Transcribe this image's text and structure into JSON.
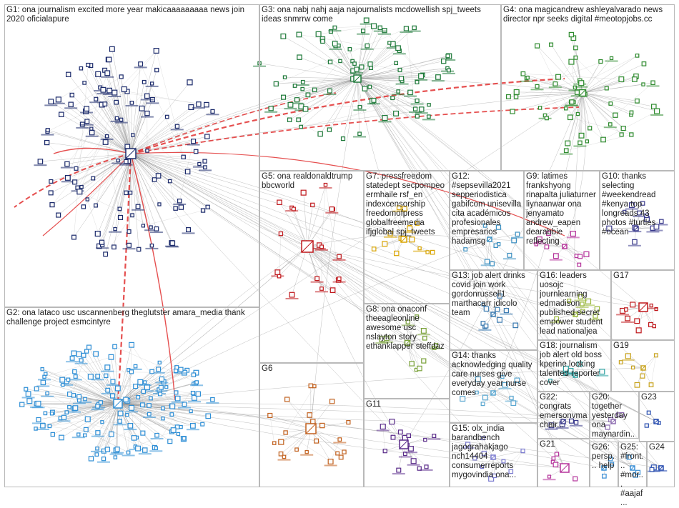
{
  "graph": {
    "groups": [
      {
        "id": "G1",
        "text": "G1: ona journalism excited more year makicaaaaaaaaa news join 2020 oficialapure",
        "color": "#1b2a6b"
      },
      {
        "id": "G2",
        "text": "G2: ona latacо usc uscannenberg theglutster amara_media thank challenge project esmcintyre",
        "color": "#2f8fd6"
      },
      {
        "id": "G3",
        "text": "G3: ona nabj nahj aaja najournalists mcdowellish spj_tweets ideas snmrrw come",
        "color": "#1f7a3a"
      },
      {
        "id": "G4",
        "text": "G4: ona magicandrew ashleyalvarado news director npr seeks digital #meotopjobs.cc",
        "color": "#2e8b2e"
      },
      {
        "id": "G5",
        "text": "G5: ona realdonaldtrump bbcworld",
        "color": "#c0181c"
      },
      {
        "id": "G6",
        "text": "G6",
        "color": "#c2611f"
      },
      {
        "id": "G7",
        "text": "G7: pressfreedom statedept secpompeo ermhaile rsf_en indexcensorship freedomofpress globalfreemedia ifjglobal spj_tweets",
        "color": "#d9a400"
      },
      {
        "id": "G8",
        "text": "G8: ona onaconf theeagleonline awesome usc nslayton story ethanklapper steffdaz",
        "color": "#7aa23a"
      },
      {
        "id": "G9",
        "text": "G9: latimes frankshyong rinapalta juliaturner liynaanwar ona jenyamato andrew_eapen dearabbie reflecting",
        "color": "#b5339b"
      },
      {
        "id": "G10",
        "text": "G10: thanks selecting #weekendread #kenya top longreads 43 photos #turtles #ocean",
        "color": "#3a3a8c"
      },
      {
        "id": "G11",
        "text": "G11",
        "color": "#5a2c8a"
      },
      {
        "id": "G12",
        "text": "G12: #sepsevilla2021 sepperiodistica gabifcom unisevilla cita académicos profesionales empresarios hadamsg",
        "color": "#3b8fc1"
      },
      {
        "id": "G13",
        "text": "G13: job alert drinks covid join work gordonrussell1 marthacarr jdicolo team",
        "color": "#3a7ab0"
      },
      {
        "id": "G14",
        "text": "G14: thanks acknowledging quality care nurses give everyday year nurse comes",
        "color": "#5aa7d1"
      },
      {
        "id": "G15",
        "text": "G15: olx_india barandbench jagograhakjago nch14404 consumerreports mygovindia ona...",
        "color": "#7b7bd0"
      },
      {
        "id": "G16",
        "text": "G16: leaders uosojc journlearning edmadison published secret empower student lead nationaljea",
        "color": "#9ab83a"
      },
      {
        "id": "G17",
        "text": "G17",
        "color": "#c0181c"
      },
      {
        "id": "G18",
        "text": "G18: journalism job alert old boss kperine looking talented reporter cover",
        "color": "#2aa1a1"
      },
      {
        "id": "G19",
        "text": "G19",
        "color": "#c9a41f"
      },
      {
        "id": "G20",
        "text": "G20: together yesterday ona maynardin...",
        "color": "#8c6bb0"
      },
      {
        "id": "G21",
        "text": "G21",
        "color": "#b5339b"
      },
      {
        "id": "G22",
        "text": "G22: congrats emersonvma chair...",
        "color": "#3a3a8c"
      },
      {
        "id": "G23",
        "text": "G23",
        "color": "#2a4fb0"
      },
      {
        "id": "G24",
        "text": "G24",
        "color": "#2a4fb0"
      },
      {
        "id": "G25",
        "text": "G25: #front... #mor... #aajaf...",
        "color": "#3a8fd6"
      },
      {
        "id": "G26",
        "text": "G26: persp... help",
        "color": "#3a8fd6"
      }
    ]
  }
}
